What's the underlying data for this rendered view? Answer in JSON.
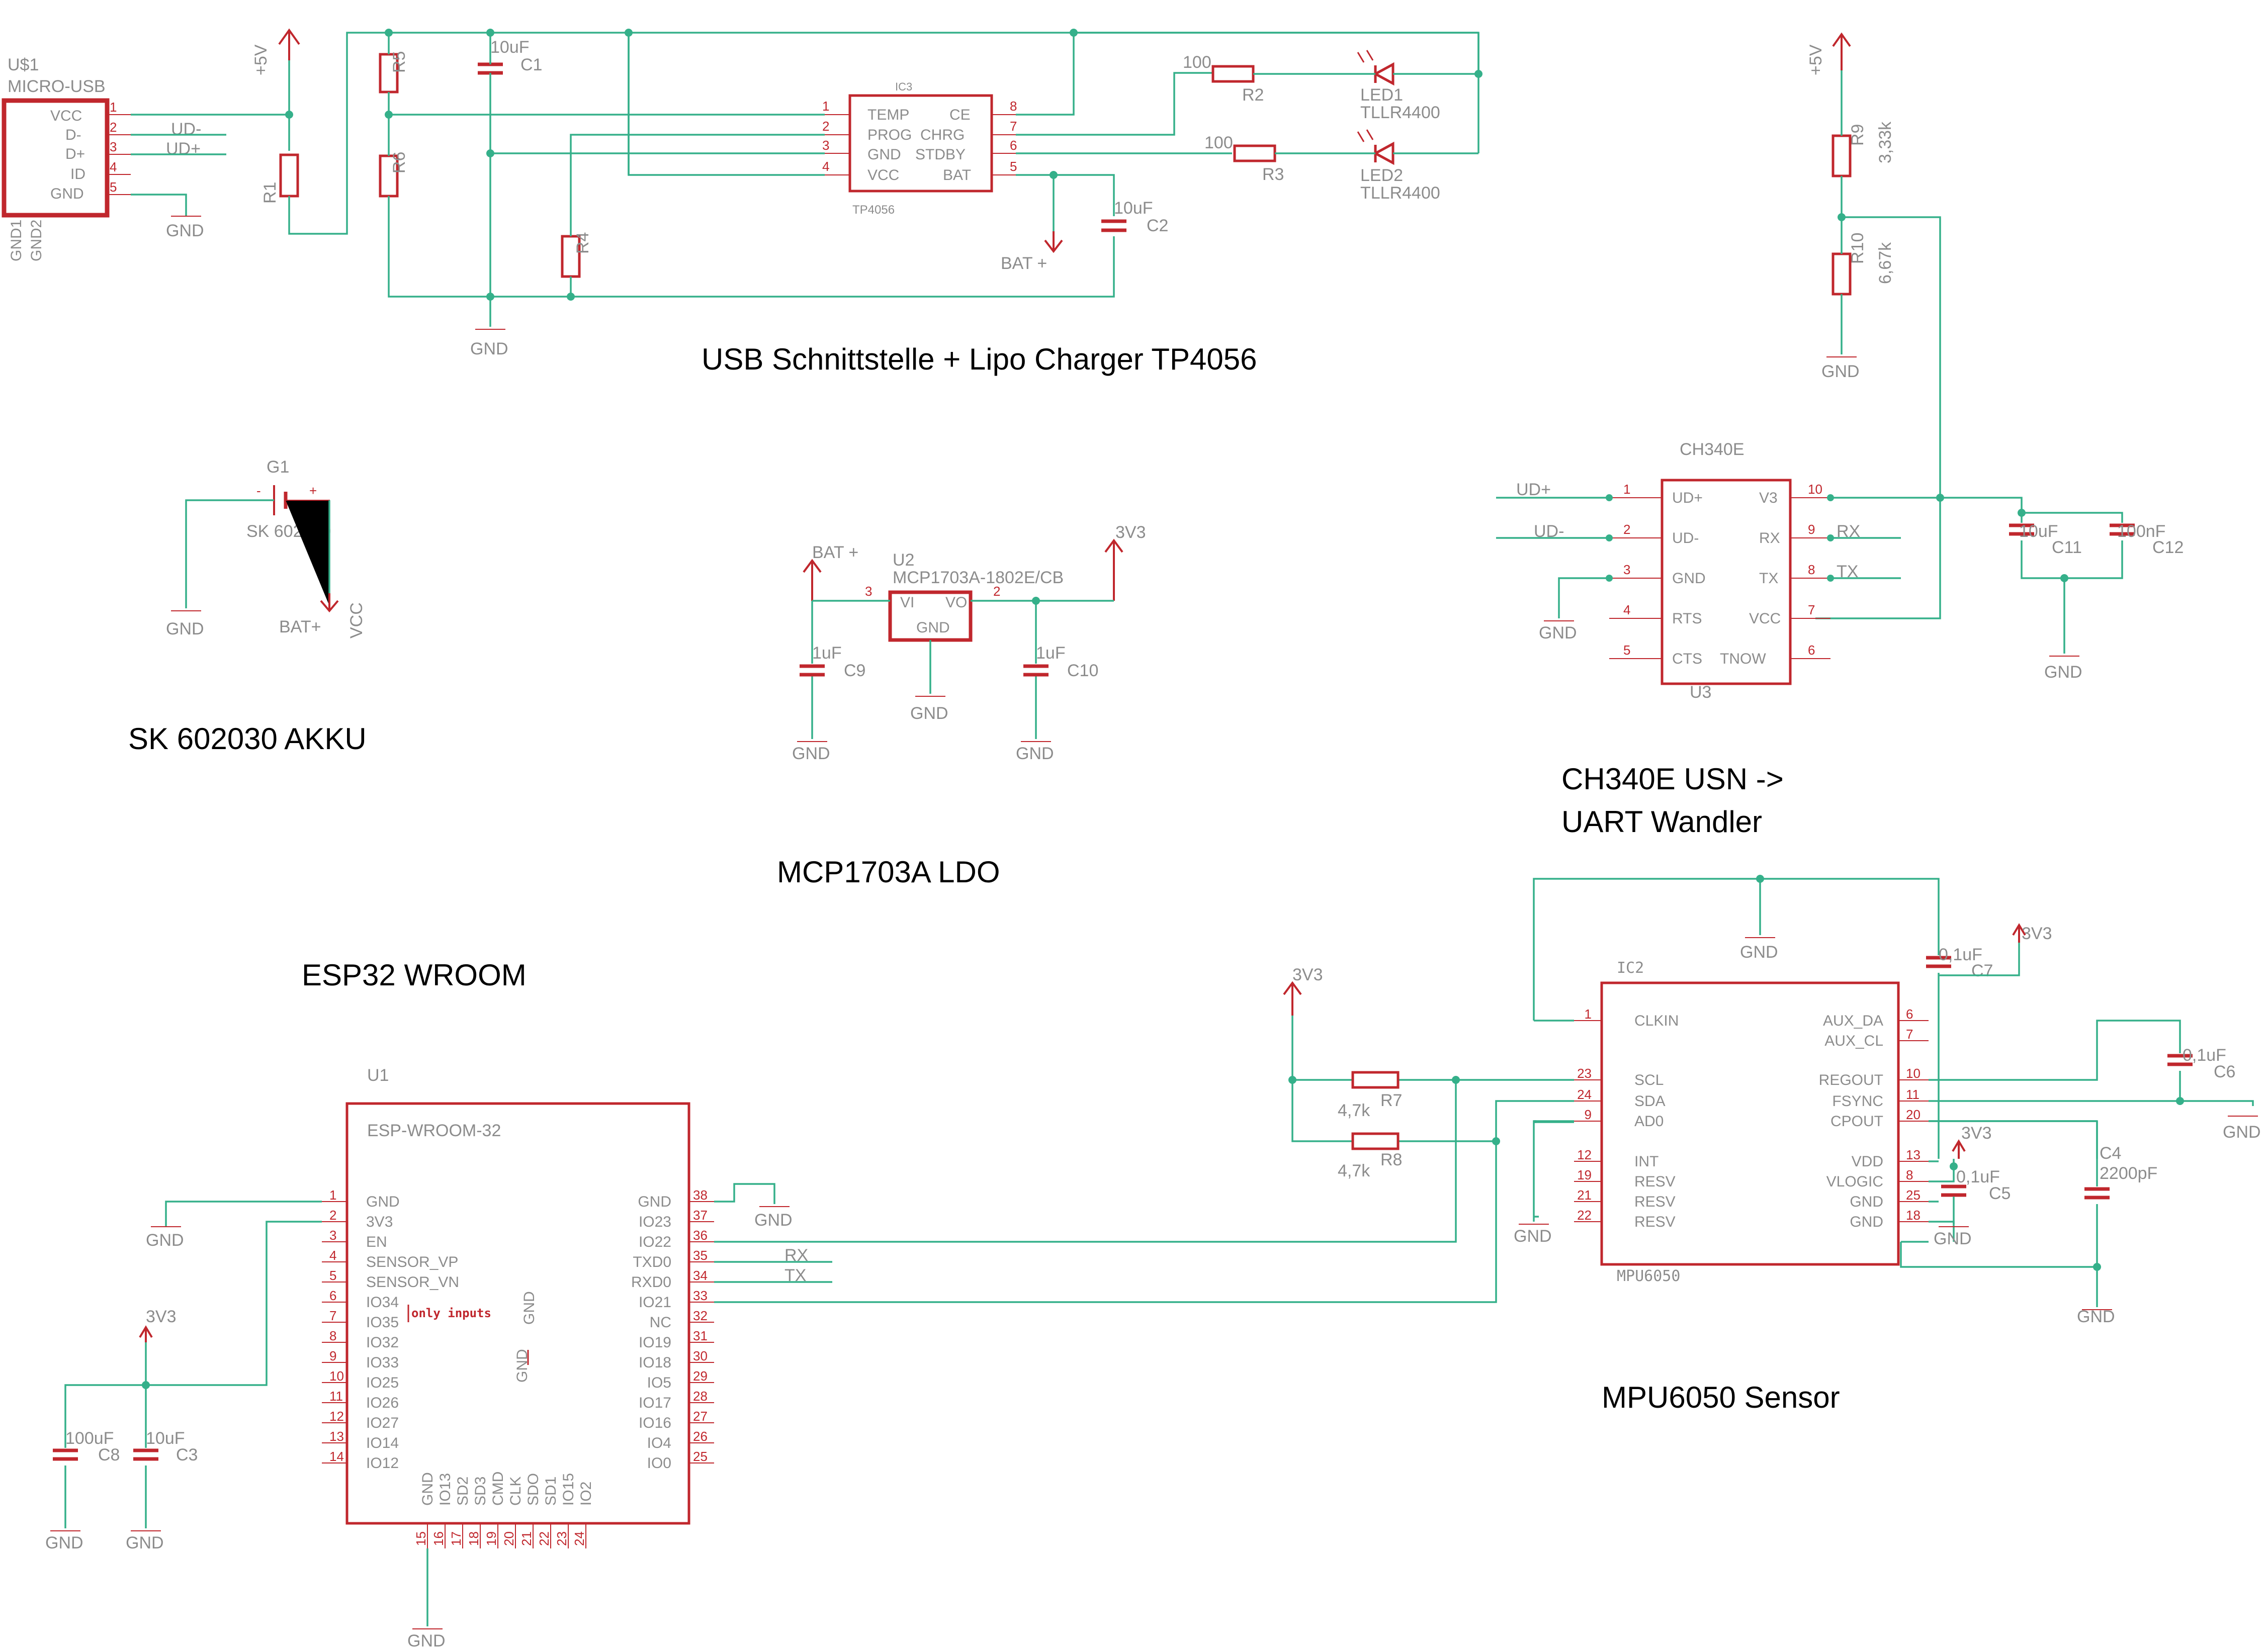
{
  "colors": {
    "background": "#ffffff",
    "wire": "#35b08a",
    "symbol": "#c0272d",
    "label": "#8c8c8c",
    "section_title": "#000000"
  },
  "section_titles": {
    "usb_charger": "USB Schnittstelle + Lipo Charger TP4056",
    "akku": "SK 602030 AKKU",
    "ldo": "MCP1703A LDO",
    "ch340_line1": "CH340E USN ->",
    "ch340_line2": "UART Wandler",
    "esp32": "ESP32 WROOM",
    "mpu": "MPU6050 Sensor"
  },
  "nets": {
    "gnd": "GND",
    "p5v": "+5V",
    "v3v3": "3V3",
    "bat": "BAT +",
    "bat_alt": "BAT+",
    "vcc": "VCC",
    "udp": "UD+",
    "udm": "UD-",
    "rx": "RX",
    "tx": "TX"
  },
  "usb": {
    "ref": "U$1",
    "value": "MICRO-USB",
    "pins": [
      "VCC",
      "D-",
      "D+",
      "ID",
      "GND"
    ],
    "pin_nums": [
      "1",
      "2",
      "3",
      "4",
      "5"
    ],
    "gnd_labels": [
      "GND1",
      "GND2"
    ]
  },
  "tp4056": {
    "ref": "IC3",
    "value": "TP4056",
    "left_pins": [
      "TEMP",
      "PROG",
      "GND",
      "VCC"
    ],
    "left_nums": [
      "1",
      "2",
      "3",
      "4"
    ],
    "right_pins": [
      "CE",
      "CHRG",
      "STDBY",
      "BAT"
    ],
    "right_nums": [
      "8",
      "7",
      "6",
      "5"
    ]
  },
  "parts": {
    "r1": "R1",
    "r4": "R4",
    "r5": "R5",
    "r6": "R6",
    "r2": "R2",
    "r2_val": "100",
    "r3": "R3",
    "r3_val": "100",
    "c1": "C1",
    "c1_val": "10uF",
    "c2": "C2",
    "c2_val": "10uF",
    "led1": "LED1",
    "led1_val": "TLLR4400",
    "led2": "LED2",
    "led2_val": "TLLR4400",
    "r9": "R9",
    "r9_val": "3,33k",
    "r10": "R10",
    "r10_val": "6,67k",
    "c11": "C11",
    "c11_val": "10uF",
    "c12": "C12",
    "c12_val": "100nF",
    "c9": "C9",
    "c9_val": "1uF",
    "c10": "C10",
    "c10_val": "1uF",
    "c8": "C8",
    "c8_val": "100uF",
    "c3": "C3",
    "c3_val": "10uF",
    "r7": "R7",
    "r7_val": "4,7k",
    "r8": "R8",
    "r8_val": "4,7k",
    "c7": "C7",
    "c7_val": "0,1uF",
    "c6": "C6",
    "c6_val": "0,1uF",
    "c5": "C5",
    "c5_val": "0,1uF",
    "c4": "C4",
    "c4_val": "2200pF"
  },
  "battery": {
    "ref": "G1",
    "value": "SK 602030",
    "minus": "-",
    "plus": "+"
  },
  "ldo": {
    "ref": "U2",
    "value": "MCP1703A-1802E/CB",
    "vi": "VI",
    "vo": "VO",
    "gnd": "GND",
    "pin_vi": "3",
    "pin_vo": "2"
  },
  "ch340": {
    "ref": "U3",
    "value": "CH340E",
    "left_pins": [
      "UD+",
      "UD-",
      "GND",
      "RTS",
      "CTS"
    ],
    "left_nums": [
      "1",
      "2",
      "3",
      "4",
      "5"
    ],
    "right_pins": [
      "V3",
      "RX",
      "TX",
      "VCC",
      "TNOW"
    ],
    "right_nums": [
      "10",
      "9",
      "8",
      "7",
      "6"
    ]
  },
  "esp32": {
    "ref": "U1",
    "value": "ESP-WROOM-32",
    "left_pins": [
      "GND",
      "3V3",
      "EN",
      "SENSOR_VP",
      "SENSOR_VN",
      "IO34",
      "IO35",
      "IO32",
      "IO33",
      "IO25",
      "IO26",
      "IO27",
      "IO14",
      "IO12"
    ],
    "left_nums": [
      "1",
      "2",
      "3",
      "4",
      "5",
      "6",
      "7",
      "8",
      "9",
      "10",
      "11",
      "12",
      "13",
      "14"
    ],
    "right_pins": [
      "GND",
      "IO23",
      "IO22",
      "TXD0",
      "RXD0",
      "IO21",
      "NC",
      "IO19",
      "IO18",
      "IO5",
      "IO17",
      "IO16",
      "IO4",
      "IO0"
    ],
    "right_nums": [
      "38",
      "37",
      "36",
      "35",
      "34",
      "33",
      "32",
      "31",
      "30",
      "29",
      "28",
      "27",
      "26",
      "25"
    ],
    "bottom_pins": [
      "GND",
      "IO13",
      "SD2",
      "SD3",
      "CMD",
      "CLK",
      "SDO",
      "SD1",
      "IO15",
      "IO2"
    ],
    "bottom_nums": [
      "15",
      "16",
      "17",
      "18",
      "19",
      "20",
      "21",
      "22",
      "23",
      "24"
    ],
    "inner_gnd": "GND",
    "note": "only inputs"
  },
  "mpu6050": {
    "ref": "IC2",
    "value": "MPU6050",
    "left_pins": [
      "CLKIN",
      "SCL",
      "SDA",
      "AD0",
      "INT",
      "RESV",
      "RESV",
      "RESV"
    ],
    "left_nums": [
      "1",
      "23",
      "24",
      "9",
      "12",
      "19",
      "21",
      "22"
    ],
    "right_pins": [
      "AUX_DA",
      "AUX_CL",
      "REGOUT",
      "FSYNC",
      "CPOUT",
      "VDD",
      "VLOGIC",
      "GND",
      "GND"
    ],
    "right_nums": [
      "6",
      "7",
      "10",
      "11",
      "20",
      "13",
      "8",
      "25",
      "18"
    ]
  }
}
